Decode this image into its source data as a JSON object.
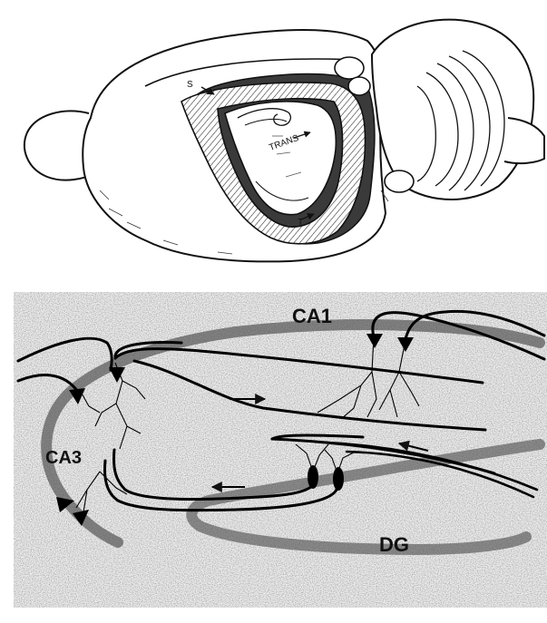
{
  "top_panel": {
    "labels": {
      "septal": "S",
      "trans": "TRANS",
      "temporal": "T"
    }
  },
  "bottom_panel": {
    "regions": {
      "ca1": "CA1",
      "ca3": "CA3",
      "dg": "DG"
    }
  }
}
